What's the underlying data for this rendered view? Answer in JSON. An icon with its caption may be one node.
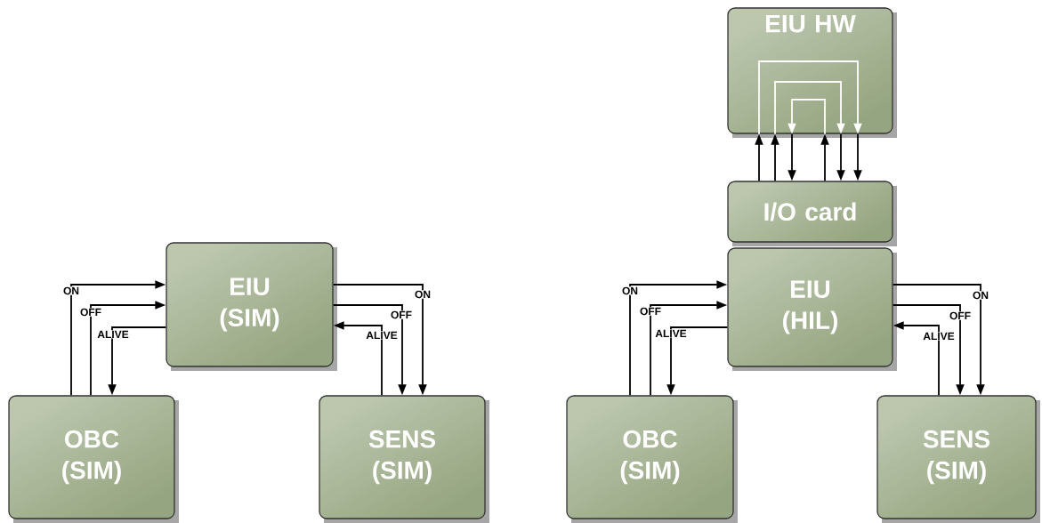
{
  "diagram": {
    "nodes": [
      {
        "text": [
          "EIU (SIM)"
        ]
      },
      {
        "text": [
          "OBC (SIM)"
        ]
      },
      {
        "text": [
          "SENS (SIM)"
        ]
      },
      {
        "text": [
          "EIU HW"
        ]
      },
      {
        "text": [
          "I/O card"
        ]
      },
      {
        "text": [
          "EIU (HIL)"
        ]
      },
      {
        "text": [
          "OBC (SIM)"
        ]
      },
      {
        "text": [
          "SENS (SIM)"
        ]
      }
    ],
    "edges": [
      {
        "from": 1,
        "to": 0,
        "arrow": "to",
        "label": "ON"
      },
      {
        "from": 1,
        "to": 0,
        "arrow": "to",
        "label": "OFF"
      },
      {
        "from": 0,
        "to": 1,
        "arrow": "to",
        "label": "ALIVE"
      },
      {
        "from": 0,
        "to": 2,
        "arrow": "to",
        "label": "ON"
      },
      {
        "from": 0,
        "to": 2,
        "arrow": "to",
        "label": "OFF"
      },
      {
        "from": 2,
        "to": 0,
        "arrow": "to",
        "label": "ALIVE"
      },
      {
        "from": 6,
        "to": 5,
        "arrow": "to",
        "label": "ON"
      },
      {
        "from": 6,
        "to": 5,
        "arrow": "to",
        "label": "OFF"
      },
      {
        "from": 5,
        "to": 6,
        "arrow": "to",
        "label": "ALIVE"
      },
      {
        "from": 5,
        "to": 7,
        "arrow": "to",
        "label": "ON"
      },
      {
        "from": 5,
        "to": 7,
        "arrow": "to",
        "label": "OFF"
      },
      {
        "from": 7,
        "to": 5,
        "arrow": "to",
        "label": "ALIVE"
      },
      {
        "from": 4,
        "to": 3,
        "arrow": "to"
      },
      {
        "from": 4,
        "to": 3,
        "arrow": "to"
      },
      {
        "from": 3,
        "to": 4,
        "arrow": "to"
      },
      {
        "from": 4,
        "to": 3,
        "arrow": "to"
      },
      {
        "from": 3,
        "to": 4,
        "arrow": "to"
      },
      {
        "from": 3,
        "to": 4,
        "arrow": "to"
      },
      {
        "from": 3,
        "to": 3,
        "arrow": "to",
        "color": "#ffffff"
      },
      {
        "from": 3,
        "to": 3,
        "arrow": "to",
        "color": "#ffffff"
      },
      {
        "from": 3,
        "to": 3,
        "arrow": "to",
        "color": "#ffffff"
      }
    ]
  }
}
